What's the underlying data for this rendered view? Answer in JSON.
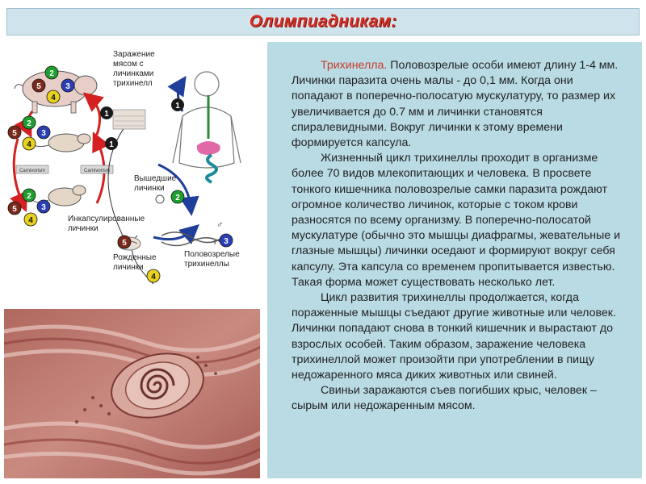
{
  "header": {
    "title": "Олимпиадникам:"
  },
  "diagram": {
    "labels": {
      "infection": [
        "Заражение",
        "мясом с",
        "личинками",
        "трихинелл"
      ],
      "emerged": [
        "Вышедшие",
        "личинки"
      ],
      "encapsulated": [
        "Инкапсулированные",
        "личинки"
      ],
      "born": [
        "Рожденные",
        "личинки"
      ],
      "adult": [
        "Половозрелые",
        "трихинеллы"
      ],
      "carnivorism": "Carnivorism",
      "male": "♂",
      "female": "♀"
    },
    "stage_numbers": [
      "1",
      "2",
      "3",
      "4",
      "5"
    ],
    "colors": {
      "stage1": "#1a1a1a",
      "stage2": "#1e9e2e",
      "stage3": "#2b3fb5",
      "stage4": "#e8d21e",
      "stage5": "#7a2a1a",
      "arrow_red": "#d42020",
      "arrow_blue": "#1f3f9a"
    }
  },
  "photo": {
    "description_icon": "trichinella-cyst-micrograph"
  },
  "panel": {
    "p1_accent": "Трихинелла.",
    "p1_rest": " Половозрелые особи имеют длину 1-4 мм. Личинки паразита очень малы - до 0,1 мм. Когда они попадают в поперечно-полосатую мускулатуру, то размер их увеличивается до 0.7 мм и личинки становятся спиралевидными. Вокруг личинки к этому времени формируется капсула.",
    "p2": "Жизненный цикл трихинеллы проходит в организме более 70 видов млекопитающих и человека. В просвете тонкого кишечника половозрелые самки паразита рождают огромное количество личинок, которые с током крови разносятся по всему организму. В поперечно-полосатой мускулатуре (обычно это мышцы диафрагмы, жевательные и глазные мышцы) личинки оседают и формируют вокруг себя капсулу. Эта капсула со временем пропитывается известью. Такая форма может существовать несколько лет.",
    "p3": "Цикл развития трихинеллы продолжается, когда пораженные мышцы съедают другие животные или человек. Личинки попадают снова в тонкий кишечник и вырастают до взрослых особей. Таким образом, заражение человека трихинеллой может произойти при употреблении в пищу недожаренного мяса диких животных или свиней.",
    "p4": "Свиньи заражаются съев погибших крыс, человек – сырым или недожаренным мясом."
  }
}
